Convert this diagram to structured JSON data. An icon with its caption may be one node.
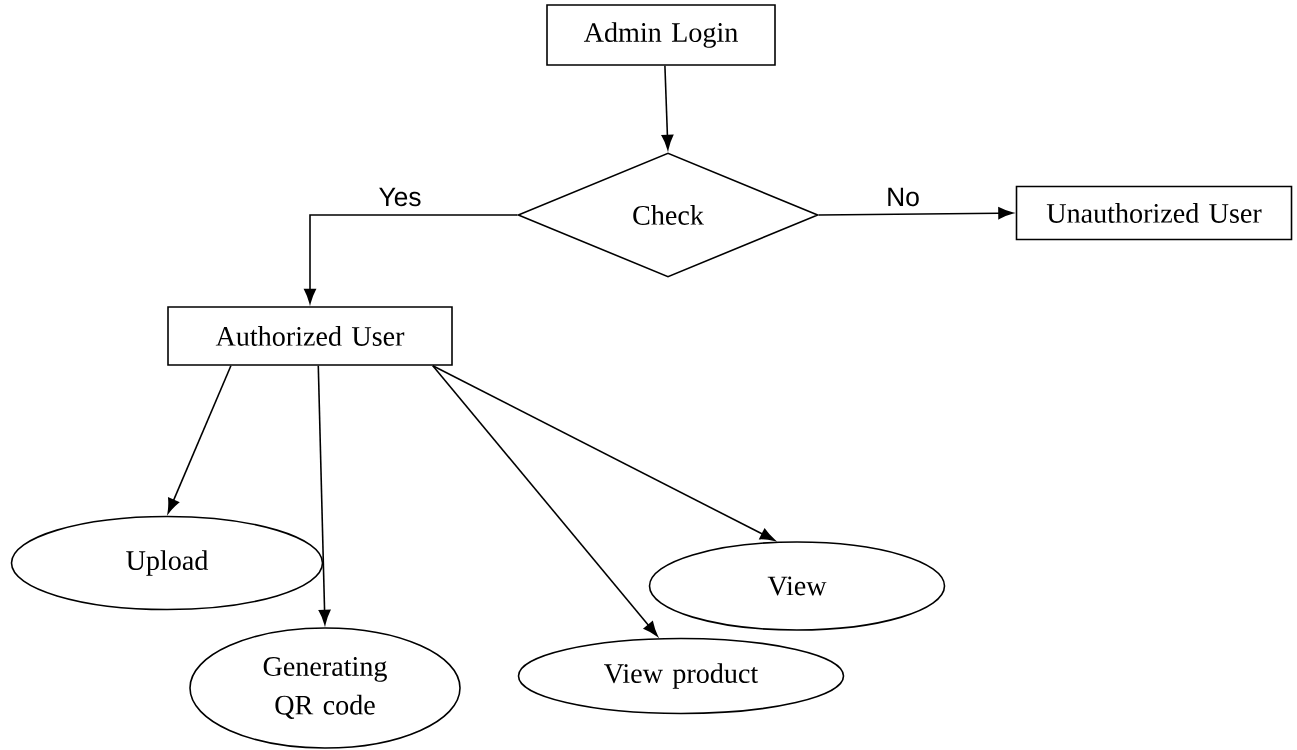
{
  "diagram": {
    "nodes": [
      {
        "text": [
          "Admin Login"
        ]
      },
      {
        "text": [
          "Check"
        ]
      },
      {
        "text": [
          "Unauthorized User"
        ]
      },
      {
        "text": [
          "Authorized User"
        ]
      },
      {
        "text": [
          "Upload"
        ]
      },
      {
        "text": [
          "Generating QR code"
        ]
      },
      {
        "text": [
          "View product"
        ]
      },
      {
        "text": [
          "View"
        ]
      }
    ],
    "edges": [
      {
        "from": 0,
        "to": 1,
        "arrow": "to"
      },
      {
        "from": 1,
        "to": 3,
        "arrow": "to",
        "label": "Yes"
      },
      {
        "from": 1,
        "to": 2,
        "arrow": "to",
        "label": "No"
      },
      {
        "from": 3,
        "to": 4,
        "arrow": "to"
      },
      {
        "from": 3,
        "to": 5,
        "arrow": "to"
      },
      {
        "from": 3,
        "to": 6,
        "arrow": "to"
      },
      {
        "from": 3,
        "to": 7,
        "arrow": "to"
      }
    ]
  }
}
